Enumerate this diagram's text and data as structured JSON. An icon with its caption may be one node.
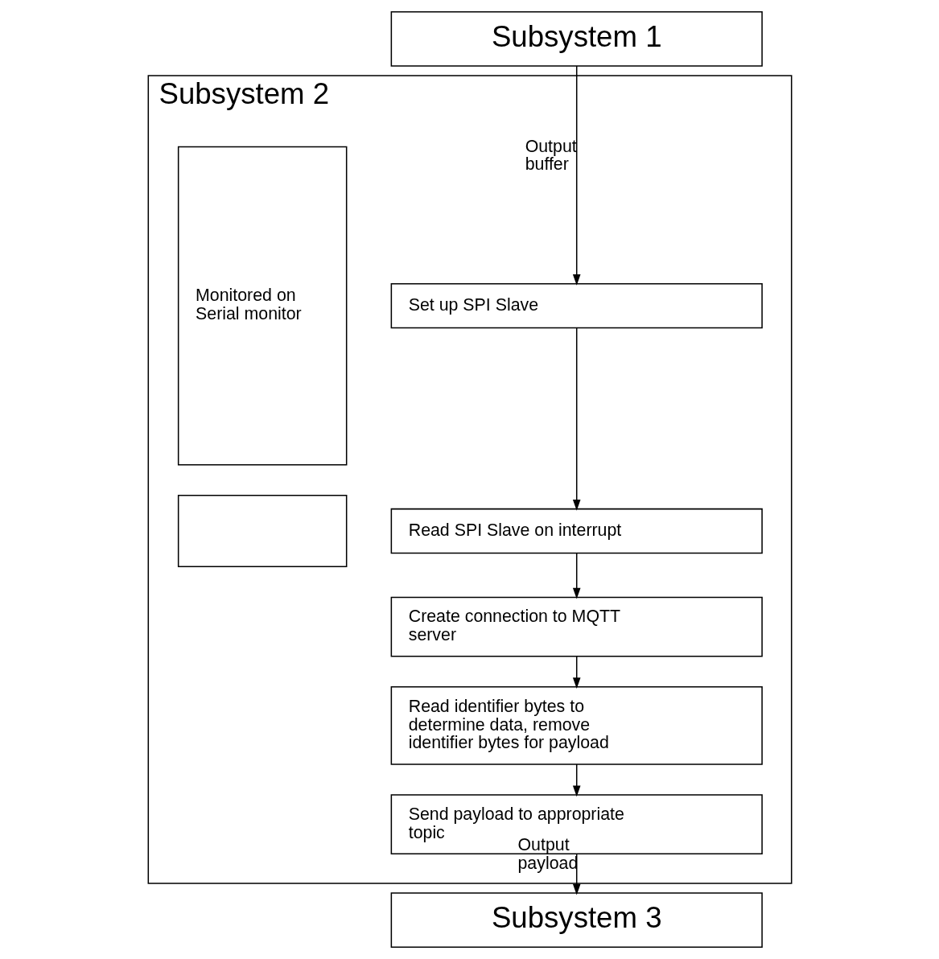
{
  "diagram": {
    "nodes": [
      {
        "text": [
          "Subsystem 1"
        ]
      },
      {
        "text": [
          "Subsystem 2"
        ]
      },
      {
        "text": [
          "Set up SPI Slave"
        ],
        "in": 1
      },
      {
        "text": [
          "Read SPI Slave on interrupt"
        ],
        "in": 1
      },
      {
        "text": [
          "Create connection to MQTT server"
        ],
        "in": 1
      },
      {
        "text": [
          "Read identifier bytes to determine data, remove identifier bytes for payload"
        ],
        "in": 1
      },
      {
        "text": [
          "Send payload to appropriate topic"
        ],
        "in": 1
      },
      {
        "text": [
          "Monitored on Serial monitor"
        ],
        "in": 1
      },
      {
        "text": [],
        "shape": "box",
        "in": 1
      },
      {
        "text": [
          "Subsystem 3"
        ]
      }
    ],
    "edges": [
      {
        "from": 0,
        "to": 2,
        "arrow": "to",
        "label": "Output buffer"
      },
      {
        "from": 2,
        "to": 3,
        "arrow": "to"
      },
      {
        "from": 3,
        "to": 4,
        "arrow": "to"
      },
      {
        "from": 4,
        "to": 5,
        "arrow": "to"
      },
      {
        "from": 5,
        "to": 6,
        "arrow": "to"
      },
      {
        "from": 6,
        "to": 9,
        "arrow": "to",
        "label": "Output payload"
      }
    ]
  }
}
